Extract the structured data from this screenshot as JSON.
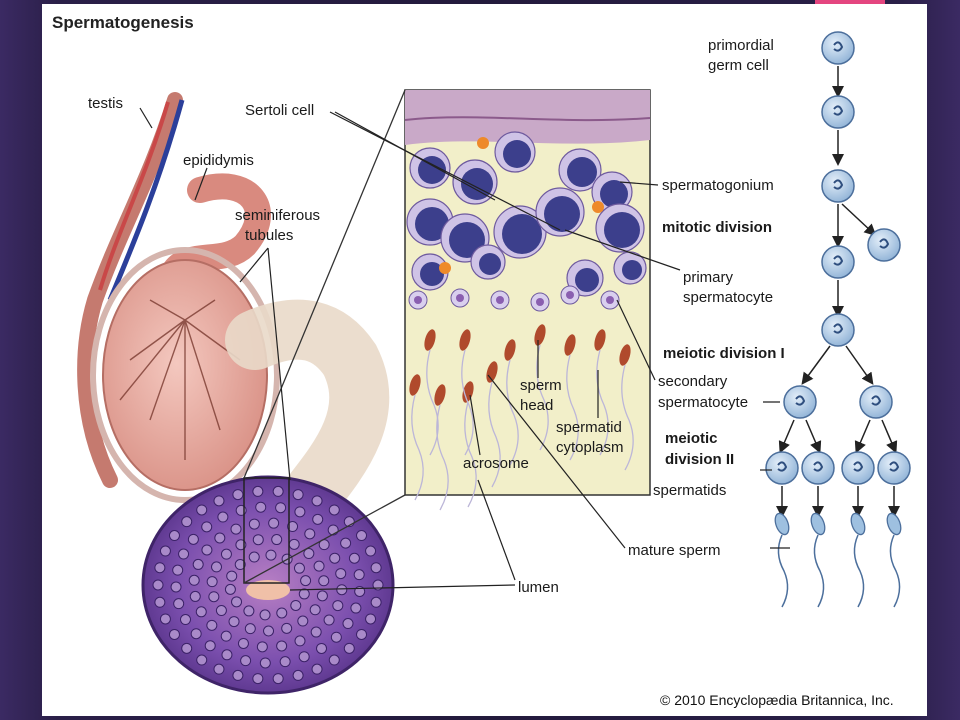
{
  "title": "Spermatogenesis",
  "labels": {
    "testis": "testis",
    "epididymis": "epididymis",
    "seminiferous_1": "seminiferous",
    "seminiferous_2": "tubules",
    "sertoli": "Sertoli cell",
    "primordial_1": "primordial",
    "primordial_2": "germ cell",
    "spermatogonium": "spermatogonium",
    "mitotic": "mitotic division",
    "primary_1": "primary",
    "primary_2": "spermatocyte",
    "meiotic1": "meiotic division I",
    "secondary_1": "secondary",
    "secondary_2": "spermatocyte",
    "meiotic2_1": "meiotic",
    "meiotic2_2": "division II",
    "spermatids": "spermatids",
    "sperm_head_1": "sperm",
    "sperm_head_2": "head",
    "spermatid_cyto_1": "spermatid",
    "spermatid_cyto_2": "cytoplasm",
    "acrosome": "acrosome",
    "mature_sperm": "mature sperm",
    "lumen": "lumen"
  },
  "copyright": "© 2010 Encyclopædia Britannica, Inc.",
  "colors": {
    "cell_fill": "#b9d3ea",
    "cell_stroke": "#4c6f9c",
    "nucleus": "#2f4f7f",
    "tissue_pink": "#e4a39a",
    "tubule_purple": "#6f4aa0",
    "sertoli_bg": "#f2efc9",
    "arrow": "#222222",
    "accent": "#e4457f"
  }
}
